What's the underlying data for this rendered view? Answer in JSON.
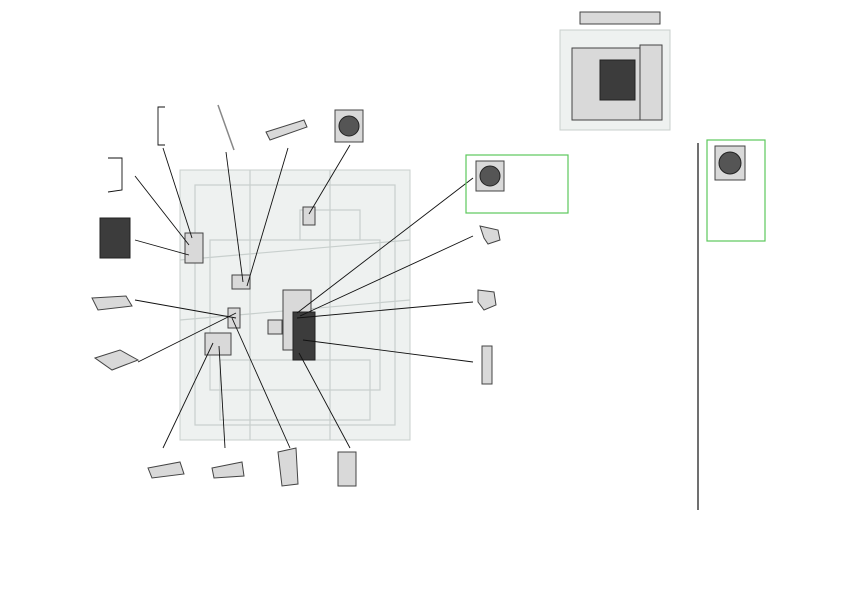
{
  "diagram": {
    "highlight_color": "#5cc75c",
    "leader_color": "#111111",
    "part_fill": "#d9d9d9",
    "part_dark": "#3c3c3c",
    "frame_ghost": "#c8cfcd",
    "parts": [
      {
        "name": "bracket-wire-top"
      },
      {
        "name": "bracket-wire-left"
      },
      {
        "name": "filter-pad"
      },
      {
        "name": "guide-plate"
      },
      {
        "name": "square-frame-plate"
      },
      {
        "name": "rod"
      },
      {
        "name": "duct-rail"
      },
      {
        "name": "fan-top"
      },
      {
        "name": "fan-highlighted"
      },
      {
        "name": "clip-bracket-a"
      },
      {
        "name": "clip-bracket-b"
      },
      {
        "name": "vertical-slot-bracket"
      },
      {
        "name": "bottom-bracket-1"
      },
      {
        "name": "bottom-bracket-2"
      },
      {
        "name": "bottom-duct"
      },
      {
        "name": "bottom-clamp"
      },
      {
        "name": "fan-detail"
      }
    ]
  }
}
